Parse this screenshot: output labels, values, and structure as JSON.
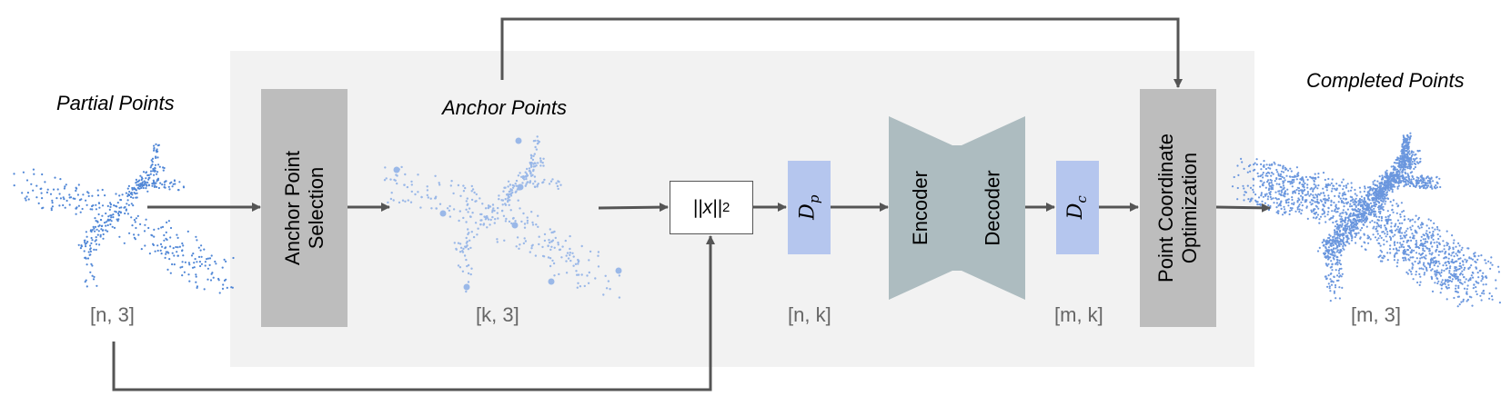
{
  "labels": {
    "partial_points": "Partial Points",
    "anchor_points": "Anchor Points",
    "completed_points": "Completed Points",
    "dim_partial": "[n, 3]",
    "dim_anchor": "[k, 3]",
    "dim_dp": "[n, k]",
    "dim_dc": "[m, k]",
    "dim_completed": "[m, 3]"
  },
  "blocks": {
    "anchor_selection_line1": "Anchor Point",
    "anchor_selection_line2": "Selection",
    "norm_text": "||x||",
    "norm_sub": "2",
    "dp_main": "D",
    "dp_sub": "p",
    "encoder": "Encoder",
    "decoder": "Decoder",
    "dc_main": "D",
    "dc_sub": "c",
    "optimization_line1": "Point Coordinate",
    "optimization_line2": "Optimization"
  },
  "colors": {
    "panel_bg": "#f2f2f2",
    "gray_block": "#bdbdbd",
    "encoder_decoder": "#adbcc0",
    "d_block": "#b5c6ee",
    "arrow": "#555555",
    "point_strong": "#4f86d6",
    "point_light": "#9ab8e8"
  }
}
